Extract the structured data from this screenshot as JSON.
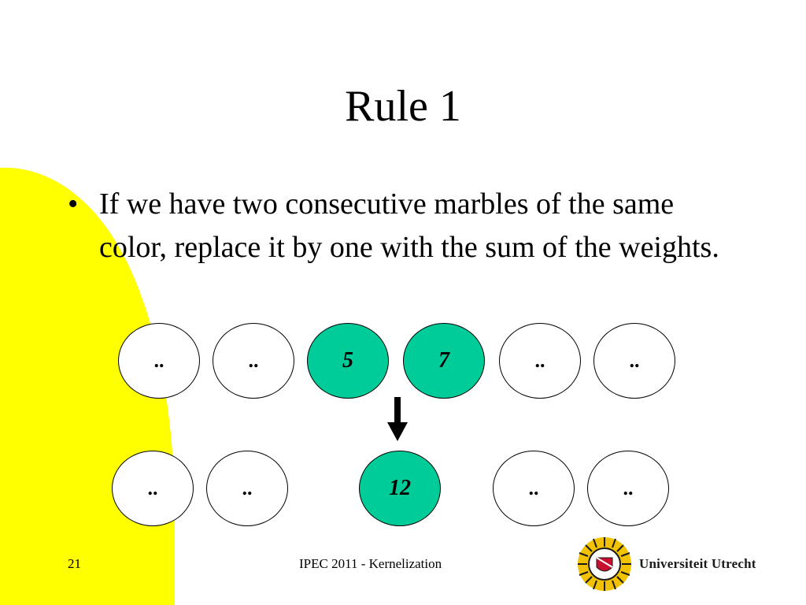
{
  "slide": {
    "title": "Rule 1",
    "bullets": [
      "If we have two consecutive marbles of the same color, replace it by one with the sum of the weights."
    ],
    "bullet_symbol": "•",
    "background_accent_color": "#ffff00",
    "marble_colors": {
      "highlight": "#00cc99",
      "default": "#ffffff"
    }
  },
  "diagram": {
    "row_top": [
      {
        "label": "..",
        "color": "white"
      },
      {
        "label": "..",
        "color": "white"
      },
      {
        "label": "5",
        "color": "green"
      },
      {
        "label": "7",
        "color": "green"
      },
      {
        "label": "..",
        "color": "white"
      },
      {
        "label": "..",
        "color": "white"
      }
    ],
    "row_bottom": [
      {
        "label": "..",
        "color": "white"
      },
      {
        "label": "..",
        "color": "white"
      },
      {
        "label": "12",
        "color": "green"
      },
      {
        "label": "..",
        "color": "white"
      },
      {
        "label": "..",
        "color": "white"
      }
    ],
    "arrow_icon": "down-arrow-icon"
  },
  "footer": {
    "page_number": "21",
    "caption": "IPEC 2011 - Kernelization",
    "logo_text": "Universiteit Utrecht",
    "logo_icon": "university-seal-icon"
  }
}
